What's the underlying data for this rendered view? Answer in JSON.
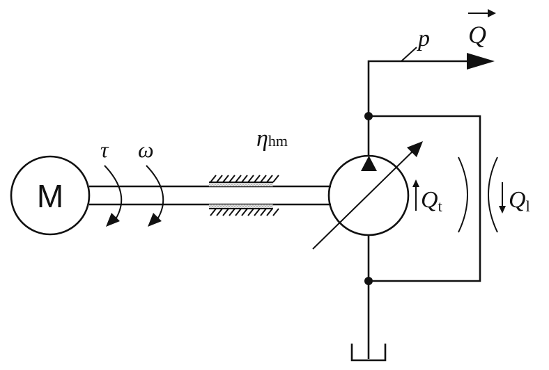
{
  "motor": {
    "label": "M"
  },
  "shaft": {
    "torque_symbol": "τ",
    "speed_symbol": "ω",
    "efficiency_symbol": "η",
    "efficiency_subscript": "hm"
  },
  "pump": {
    "theoretical_flow_symbol": "Q",
    "theoretical_flow_subscript": "t",
    "leakage_flow_symbol": "Q",
    "leakage_flow_subscript": "l"
  },
  "outlet": {
    "pressure_symbol": "p",
    "flow_symbol": "Q"
  },
  "colors": {
    "line": "#111111",
    "bearing_fill": "#c8c8c8"
  }
}
